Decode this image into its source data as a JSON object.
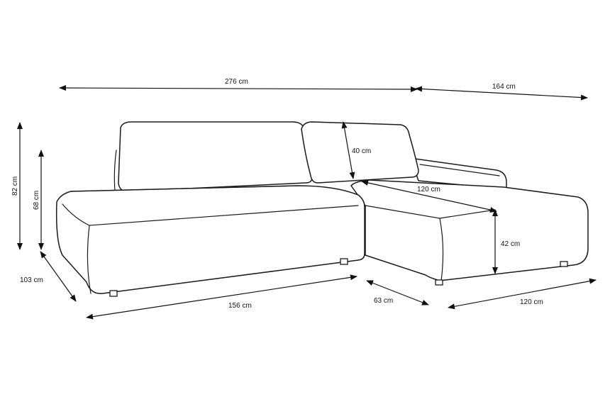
{
  "diagram": {
    "dimensions": {
      "total_width": "276 cm",
      "chaise_length": "164 cm",
      "total_height": "82 cm",
      "seat_side_height": "68 cm",
      "backrest_height": "40 cm",
      "chaise_depth_inner": "120 cm",
      "seat_height": "42 cm",
      "depth": "103 cm",
      "seat_width": "156 cm",
      "chaise_width": "63 cm",
      "chaise_front": "120 cm"
    }
  }
}
